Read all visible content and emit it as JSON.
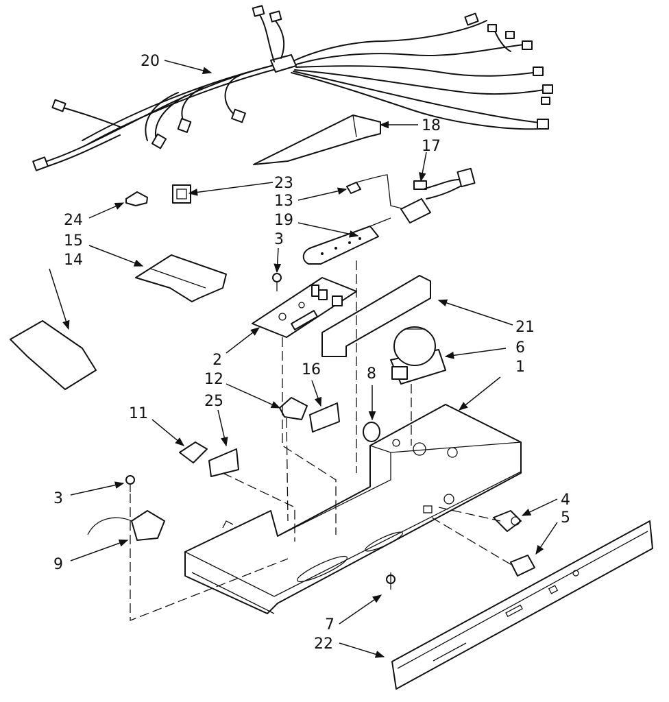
{
  "callouts": [
    {
      "id": "20",
      "text": "20"
    },
    {
      "id": "18",
      "text": "18"
    },
    {
      "id": "17",
      "text": "17"
    },
    {
      "id": "23",
      "text": "23"
    },
    {
      "id": "13",
      "text": "13"
    },
    {
      "id": "24",
      "text": "24"
    },
    {
      "id": "15",
      "text": "15"
    },
    {
      "id": "14",
      "text": "14"
    },
    {
      "id": "19",
      "text": "19"
    },
    {
      "id": "3a",
      "text": "3"
    },
    {
      "id": "21",
      "text": "21"
    },
    {
      "id": "6",
      "text": "6"
    },
    {
      "id": "2",
      "text": "2"
    },
    {
      "id": "1",
      "text": "1"
    },
    {
      "id": "16",
      "text": "16"
    },
    {
      "id": "8",
      "text": "8"
    },
    {
      "id": "12",
      "text": "12"
    },
    {
      "id": "25",
      "text": "25"
    },
    {
      "id": "11",
      "text": "11"
    },
    {
      "id": "3b",
      "text": "3"
    },
    {
      "id": "4",
      "text": "4"
    },
    {
      "id": "5",
      "text": "5"
    },
    {
      "id": "9",
      "text": "9"
    },
    {
      "id": "7",
      "text": "7"
    },
    {
      "id": "22",
      "text": "22"
    }
  ],
  "colors": {
    "ink": "#111111",
    "paper": "#ffffff"
  }
}
